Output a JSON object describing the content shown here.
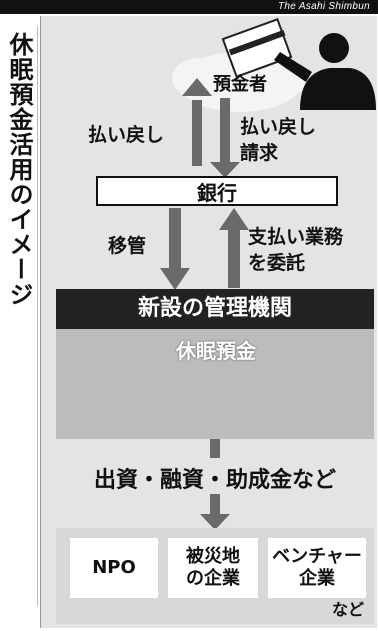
{
  "credit": "The Asahi Shimbun",
  "title": "休眠預金活用のイメージ",
  "depositor": "預金者",
  "flows": {
    "refund": "払い戻し",
    "refund_request_line1": "払い戻し",
    "refund_request_line2": "請求",
    "transfer": "移管",
    "delegate_line1": "支払い業務",
    "delegate_line2": "を委託"
  },
  "bank": "銀行",
  "agency": "新設の管理機関",
  "dormant_label": "休眠預金",
  "funding": "出資・融資・助成金など",
  "recipients": {
    "npo": "NPO",
    "disaster_line1": "被災地",
    "disaster_line2": "の企業",
    "venture_line1": "ベンチャー",
    "venture_line2": "企業"
  },
  "etc": "など",
  "icons": [
    "person-icon",
    "bankbook-icon",
    "zzz-icon",
    "arrow-icon"
  ]
}
